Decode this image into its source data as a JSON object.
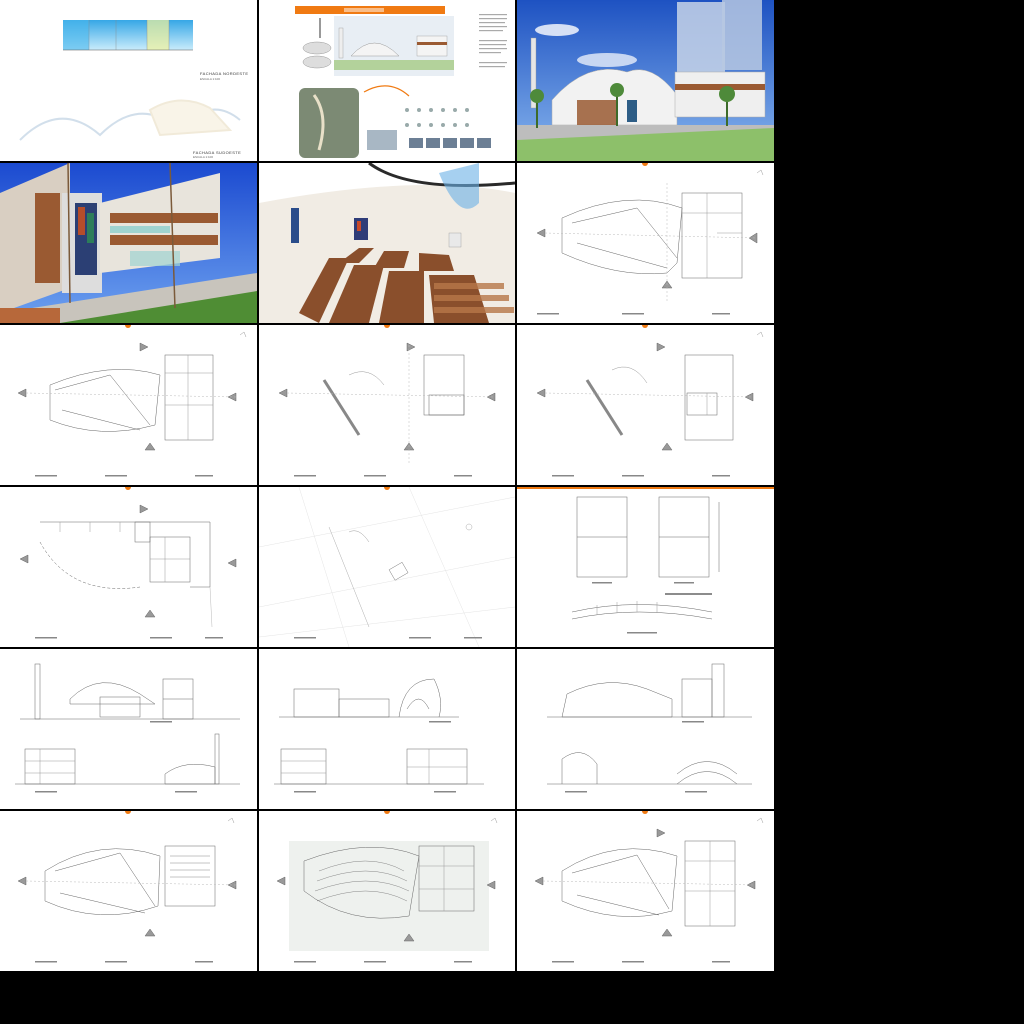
{
  "sheet1": {
    "caption_top": "FACHADA NORDESTE",
    "caption_bottom": "FACHADA SUDOESTE"
  },
  "colors": {
    "background": "#000000",
    "sheet": "#ffffff",
    "accent_orange": "#f07a12",
    "sky": "#2f63c8",
    "wood": "#9a5a32",
    "line": "#555555"
  },
  "tiles": [
    {
      "name": "tile-facades-nordeste-sudoeste",
      "kind": "facade-sheet"
    },
    {
      "name": "tile-presentation-board",
      "kind": "board"
    },
    {
      "name": "tile-render-exterior-street",
      "kind": "render-exterior"
    },
    {
      "name": "tile-render-courtyard",
      "kind": "render-courtyard"
    },
    {
      "name": "tile-render-interior-nave",
      "kind": "render-interior"
    },
    {
      "name": "tile-plan-ground-floor",
      "kind": "plan"
    },
    {
      "name": "tile-plan-second-floor",
      "kind": "plan"
    },
    {
      "name": "tile-plan-mezzanine",
      "kind": "plan"
    },
    {
      "name": "tile-plan-upper-level",
      "kind": "plan"
    },
    {
      "name": "tile-plan-roof",
      "kind": "plan"
    },
    {
      "name": "tile-site-situation",
      "kind": "site"
    },
    {
      "name": "tile-details-sheet",
      "kind": "details"
    },
    {
      "name": "tile-elevations-a",
      "kind": "elevations"
    },
    {
      "name": "tile-elevations-b",
      "kind": "elevations"
    },
    {
      "name": "tile-elevations-c",
      "kind": "elevations"
    },
    {
      "name": "tile-plan-layout-furniture",
      "kind": "plan"
    },
    {
      "name": "tile-plan-layout-seating",
      "kind": "plan"
    },
    {
      "name": "tile-plan-layout-upper",
      "kind": "plan"
    }
  ]
}
